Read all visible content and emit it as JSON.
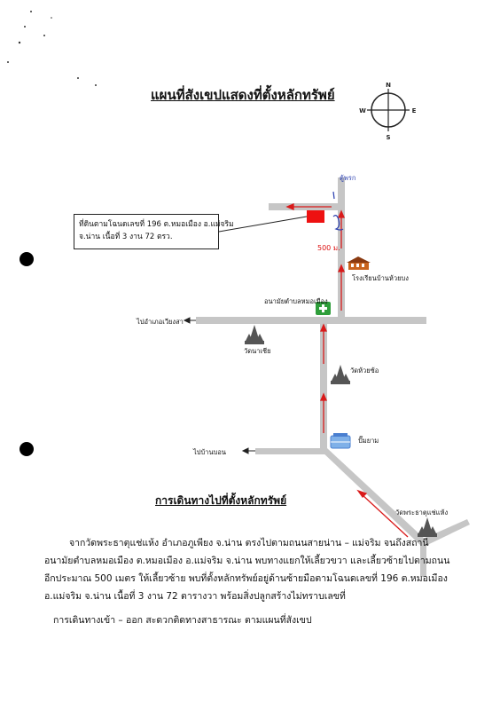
{
  "title": "แผนที่สังเขปแสดงที่ตั้งหลักทรัพย์",
  "compass": {
    "n": "N",
    "s": "S",
    "e": "E",
    "w": "W"
  },
  "property_callout": {
    "line1": "ที่ดินตามโฉนดเลขที่ 196 ต.หมอเมือง อ.แม่จริม",
    "line2": "จ.น่าน เนื้อที่ 3 งาน 72 ตรว."
  },
  "labels": {
    "upper_right": "ตู้พรก",
    "distance": "500 ม.",
    "school": "โรงเรียนบ้านห้วยบง",
    "health_center": "อนามัยตำบลหมอเมือง",
    "to_wiangsa": "ไปอำเภอเวียงสา",
    "wat_na_chai": "วัดนาเชีย",
    "wat_huai_so": "วัดห้วยซ้อ",
    "gas_station": "ปั๊มยาม",
    "to_ban_bon": "ไปบ้านบอน",
    "wat_phra_that": "วัดพระธาตุแช่แห้ง"
  },
  "directions_title": "การเดินทางไปที่ตั้งหลักทรัพย์",
  "directions": [
    "จากวัดพระธาตุแช่แห้ง อำเภอภูเพียง จ.น่าน ตรงไปตามถนนสายน่าน – แม่จริม จนถึงสถานี",
    "อนามัยตำบลหมอเมือง ต.หมอเมือง อ.แม่จริม จ.น่าน พบทางแยกให้เลี้ยวขวา และเลี้ยวซ้ายไปตามถนน",
    "อีกประมาณ 500 เมตร ให้เลี้ยวซ้าย พบที่ตั้งหลักทรัพย์อยู่ด้านซ้ายมือตามโฉนดเลขที่ 196 ต.หมอเมือง",
    "อ.แม่จริม จ.น่าน เนื้อที่ 3 งาน 72 ตารางวา พร้อมสิ่งปลูกสร้างไม่ทราบเลขที่"
  ],
  "access_note": "การเดินทางเข้า – ออก สะดวกติดทางสาธารณะ ตามแผนที่สังเขป",
  "colors": {
    "road": "#c6c6c6",
    "route": "#d91a1a",
    "property": "#ee1111",
    "health_cross": "#2e9e3a",
    "school": "#c9641e",
    "water": "#4a7fd0"
  }
}
